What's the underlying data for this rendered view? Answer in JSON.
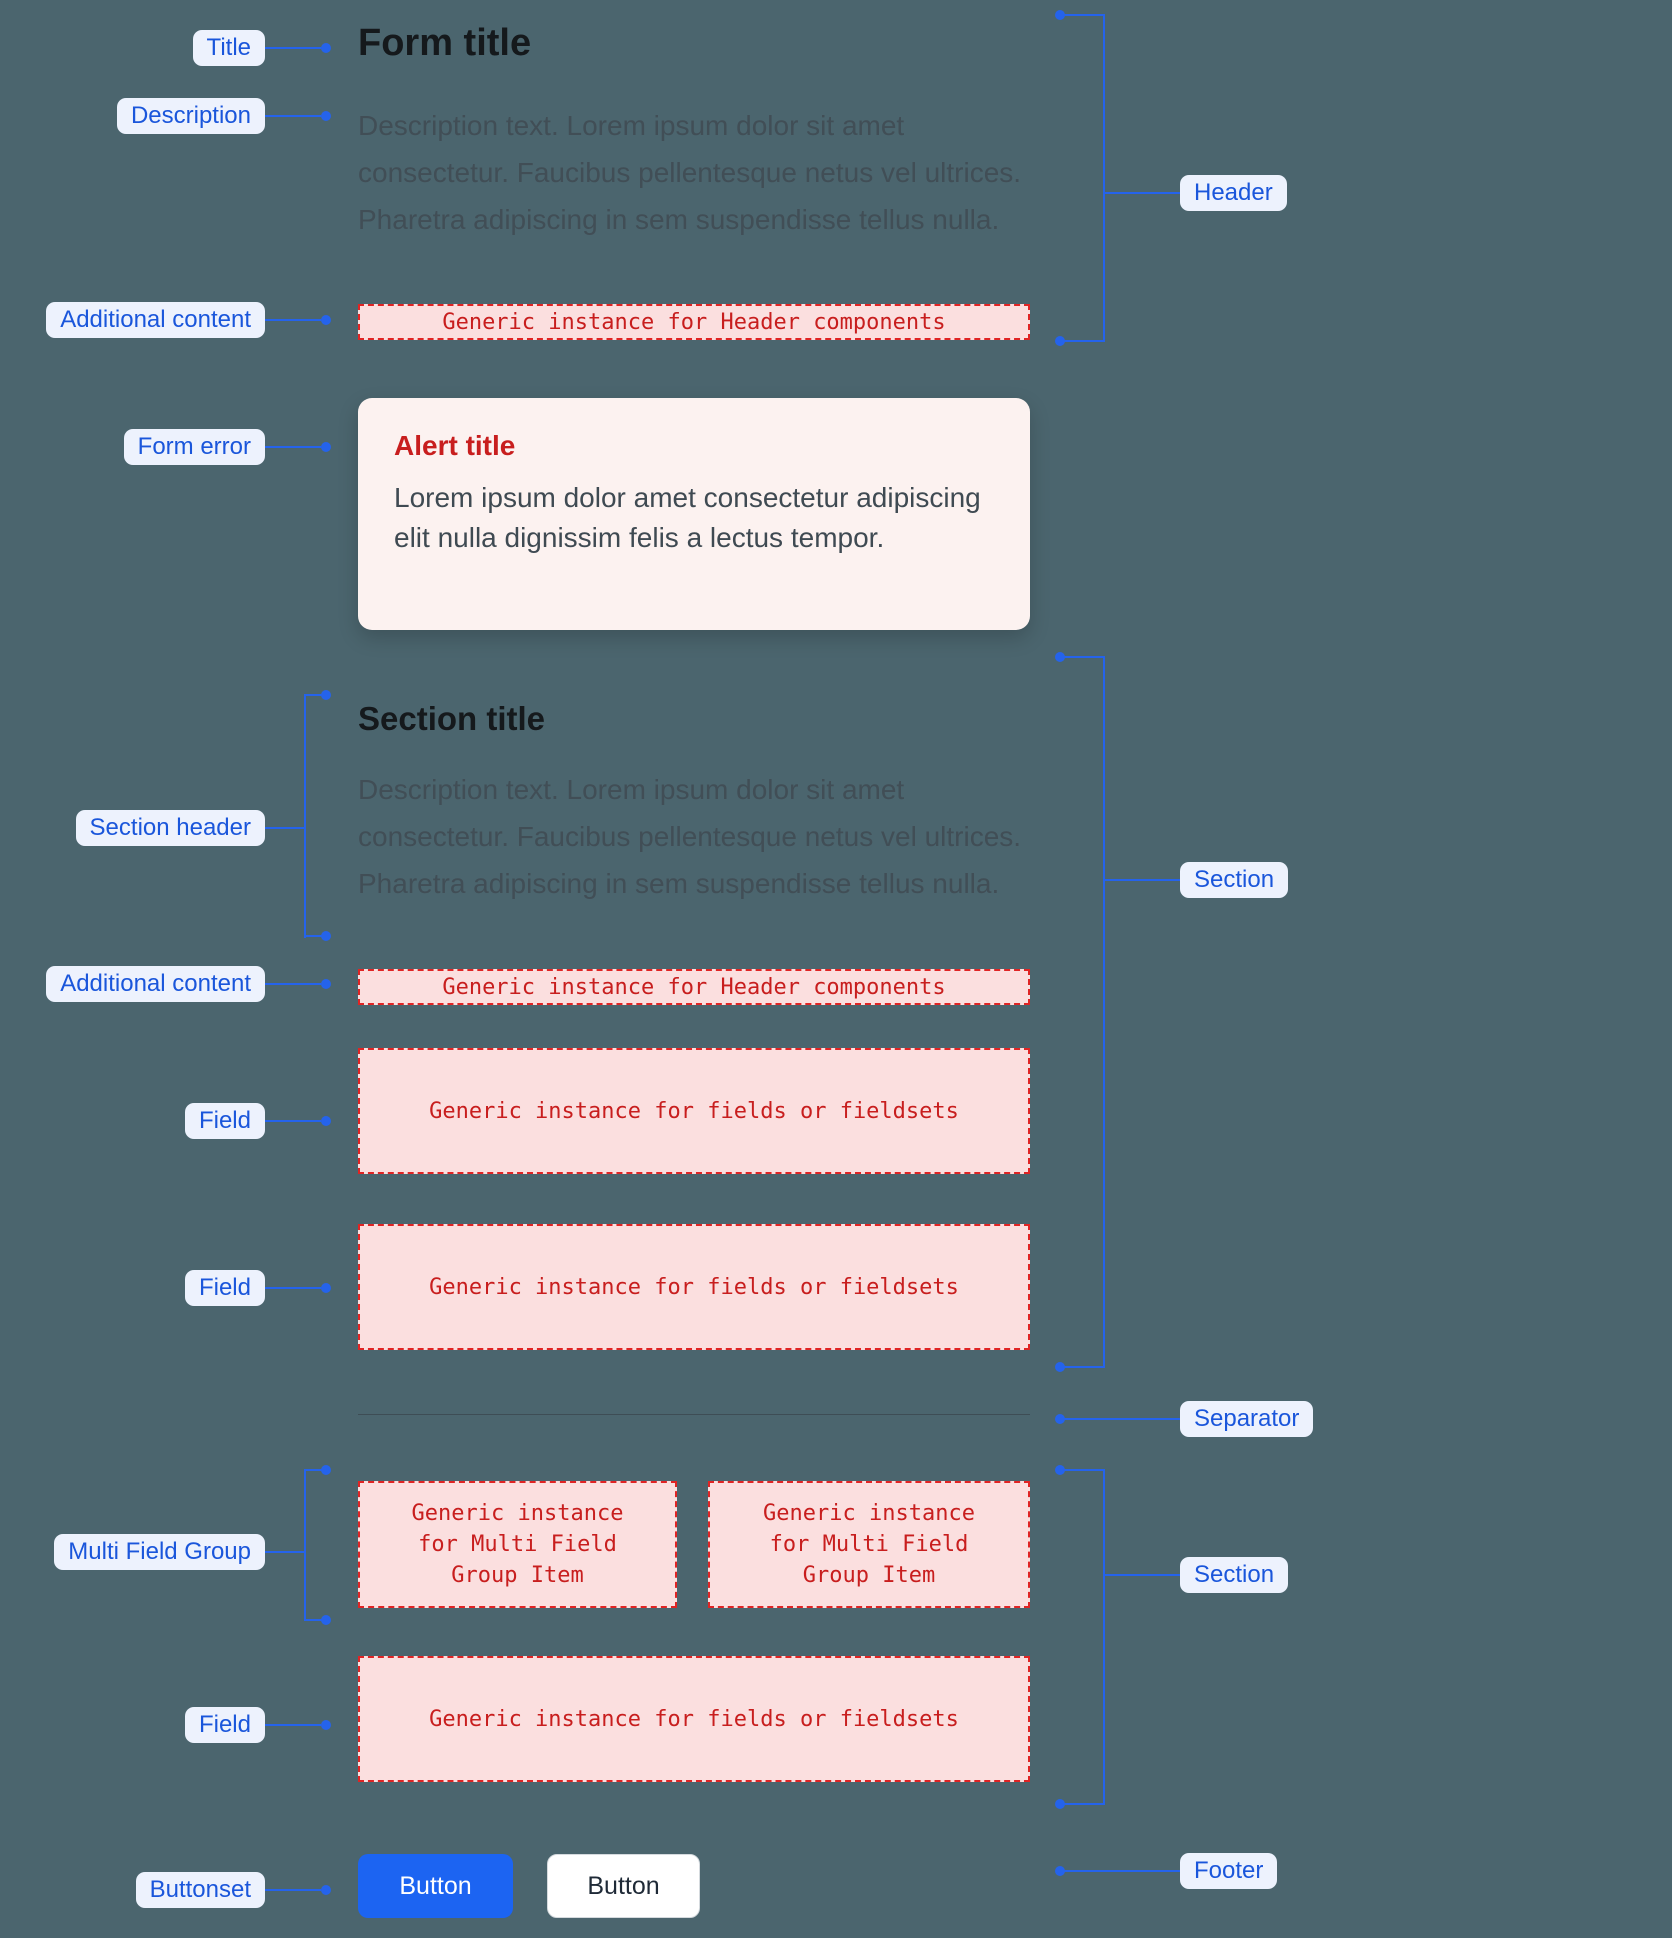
{
  "colors": {
    "background": "#4b656e",
    "accent": "#2563eb",
    "pill_bg": "#edf2fd",
    "pill_text": "#1a56db",
    "placeholder_bg": "#fbdfdf",
    "placeholder_border": "#e02424",
    "placeholder_text": "#c81e1e",
    "alert_bg": "#fcf2f0",
    "alert_title": "#c81e1e",
    "heading_text": "#15191c",
    "body_text": "#414e56",
    "primary_button_bg": "#1c64f2",
    "primary_button_text": "#ffffff",
    "secondary_button_bg": "#ffffff",
    "secondary_button_text": "#1f2a37",
    "separator": "#3e4d55"
  },
  "annotations": {
    "title": "Title",
    "description": "Description",
    "additional_content": "Additional content",
    "form_error": "Form error",
    "section_header": "Section header",
    "field": "Field",
    "multi_field_group": "Multi Field Group",
    "buttonset": "Buttonset",
    "header": "Header",
    "section": "Section",
    "separator": "Separator",
    "footer": "Footer"
  },
  "form": {
    "title": "Form title",
    "description": "Description text. Lorem ipsum dolor sit amet consectetur. Faucibus pellentesque netus vel ultrices. Pharetra adipiscing in sem suspendisse tellus nulla.",
    "header_placeholder": "Generic instance for Header components",
    "alert": {
      "title": "Alert title",
      "body": "Lorem ipsum dolor amet consectetur adipiscing elit nulla dignissim felis a lectus tempor."
    },
    "section": {
      "title": "Section title",
      "description": "Description text. Lorem ipsum dolor sit amet consectetur. Faucibus pellentesque netus vel ultrices. Pharetra adipiscing in sem suspendisse tellus nulla.",
      "header_placeholder": "Generic instance for Header components",
      "field_placeholder": "Generic instance for fields or fieldsets",
      "multi_field_placeholder": "Generic instance for Multi Field Group Item"
    },
    "footer": {
      "primary_button": "Button",
      "secondary_button": "Button"
    }
  }
}
